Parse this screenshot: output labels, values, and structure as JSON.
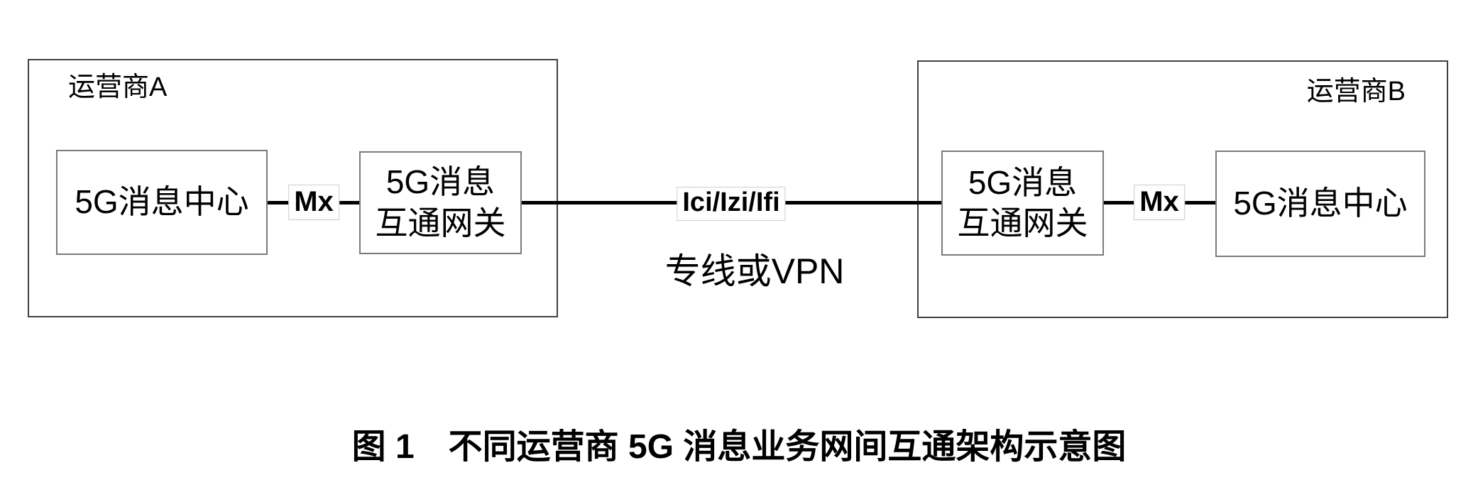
{
  "figure": {
    "operator_a": {
      "label": "运营商A",
      "message_center": "5G消息中心",
      "gateway": "5G消息\n互通网关",
      "interface_mx": "Mx"
    },
    "operator_b": {
      "label": "运营商B",
      "message_center": "5G消息中心",
      "gateway": "5G消息\n互通网关",
      "interface_mx": "Mx"
    },
    "interconnect": {
      "interfaces": "Ici/Izi/Ifi",
      "link_type": "专线或VPN"
    },
    "caption": "图 1　不同运营商 5G 消息业务网间互通架构示意图"
  },
  "colors": {
    "background": "#ffffff",
    "text": "#000000",
    "outer_box_border": "#404040",
    "inner_box_border": "#7a7a7a",
    "connector_line": "#000000",
    "chip_background": "#ffffff",
    "chip_border": "#cccccc"
  }
}
